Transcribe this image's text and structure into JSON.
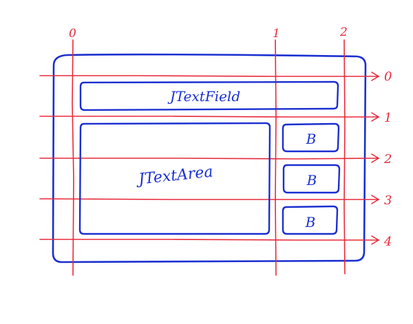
{
  "colors": {
    "background": "#ffffff",
    "grid_line": "#e8283a",
    "component_outline": "#1a2fd1",
    "component_label": "#1a2fd1",
    "grid_label": "#e8283a"
  },
  "grid": {
    "column_labels": [
      "0",
      "1",
      "2"
    ],
    "row_labels": [
      "0",
      "1",
      "2",
      "3",
      "4"
    ]
  },
  "components": {
    "text_field": {
      "label": "JTextField"
    },
    "text_area": {
      "label": "JTextArea"
    },
    "buttons": [
      {
        "label": "B"
      },
      {
        "label": "B"
      },
      {
        "label": "B"
      }
    ]
  }
}
